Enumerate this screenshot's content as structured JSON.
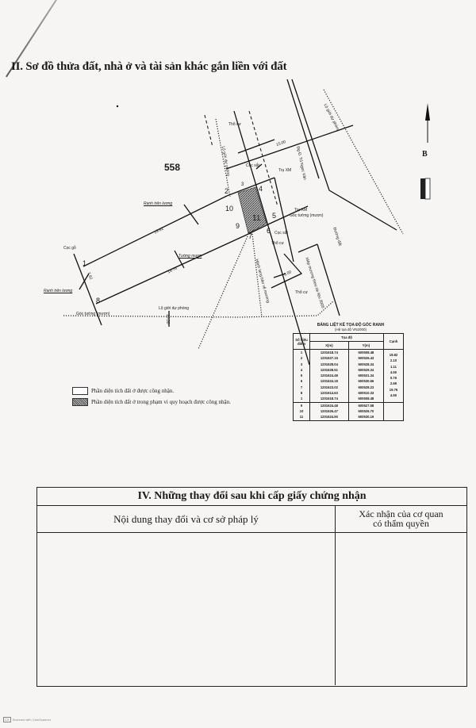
{
  "section_title": "II. Sơ đồ thửa đất, nhà ở và tài sản khác gắn liền với đất",
  "map": {
    "parcel_number": "558",
    "north_label": "B",
    "point_labels": [
      "1",
      "2",
      "3",
      "4",
      "5",
      "6",
      "7",
      "8",
      "9",
      "10",
      "11"
    ],
    "annotations": {
      "tho_cu_1": "Thổ cư",
      "tho_cu_2": "Thổ cư",
      "tho_cu_3": "Thổ cư",
      "ranh_tren_luong_top": "Ranh trên lương",
      "ranh_tren_luong_left": "Ranh trên lương",
      "coc_go": "Cọc gỗ",
      "coc_sat_top": "Cọc sắt",
      "coc_sat_bottom": "Cọc sắt",
      "tru_xm_top": "Trụ XM",
      "tru_xm_mid": "Trụ XM",
      "goc_tuong_muon_right": "Góc tường (mượn)",
      "goc_tuong_muon_left": "Góc tường (mượn)",
      "tuong_muon": "Tường mượn",
      "lo_gioi_du_phong_bottom": "Lộ giới dự phòng",
      "lo_gioi_du_phong_top": "Lộ giới dự phòng",
      "hem_left": "Lộ giới dự phòng",
      "road_name": "Đg Đ. Tô Ngọc Vân",
      "duong_dat": "Đường đất",
      "mep_muong": "Mép mương theo tài liệu 2005",
      "hanh_lang": "Hành lang bảo vệ mương",
      "dim_top": "15.00",
      "dim_mid": "5.00",
      "dim_left_edge": "7.92",
      "dim_top_edge": "19.82",
      "dim_bottom_edge": "19.76",
      "dim_bottom_road": "10.00"
    }
  },
  "coordinates_table": {
    "title": "BẢNG LIỆT KÊ TỌA ĐỘ GÓC RANH",
    "subtitle": "(Hệ tọa độ VN2000)",
    "headers": {
      "point": "Số hiệu điểm",
      "coord": "Tọa độ",
      "x": "X(m)",
      "y": "Y(m)",
      "edge": "Cạnh"
    },
    "rows": [
      {
        "point": "1",
        "x": "1201618.74",
        "y": "600508.48",
        "edge": ""
      },
      {
        "point": "2",
        "x": "1201627.15",
        "y": "600526.43",
        "edge": "19.82"
      },
      {
        "point": "3",
        "x": "1201628.04",
        "y": "600528.34",
        "edge": "2.10"
      },
      {
        "point": "4",
        "x": "1201628.51",
        "y": "600529.34",
        "edge": "1.11"
      },
      {
        "point": "5",
        "x": "1201624.48",
        "y": "600531.34",
        "edge": "4.50"
      },
      {
        "point": "6",
        "x": "1201624.18",
        "y": "600530.66",
        "edge": "0.76"
      },
      {
        "point": "7",
        "x": "1201623.02",
        "y": "600528.23",
        "edge": "2.69"
      },
      {
        "point": "8",
        "x": "1201614.63",
        "y": "600510.33",
        "edge": "19.76"
      },
      {
        "point": "1",
        "x": "1201618.74",
        "y": "600508.48",
        "edge": "4.50"
      }
    ],
    "extra_rows": [
      {
        "point": "9",
        "x": "1201624.48",
        "y": "600527.58"
      },
      {
        "point": "10",
        "x": "1201626.47",
        "y": "600526.70"
      },
      {
        "point": "11",
        "x": "1201624.90",
        "y": "600530.19"
      }
    ]
  },
  "legend": [
    {
      "type": "plain",
      "label": "Phần diện tích đất ở được công nhận."
    },
    {
      "type": "hatched",
      "label": "Phần diện tích đất ở trong phạm vi quy hoạch được công nhận."
    }
  ],
  "changes_section": {
    "title": "IV. Những thay đổi sau khi cấp giấy chứng nhận",
    "col1": "Nội dung thay đổi và cơ sở pháp lý",
    "col2_line1": "Xác nhận của cơ quan",
    "col2_line2": "có thẩm quyền"
  },
  "footer": {
    "badge": "CS",
    "text": "Scanned with CamScanner"
  }
}
